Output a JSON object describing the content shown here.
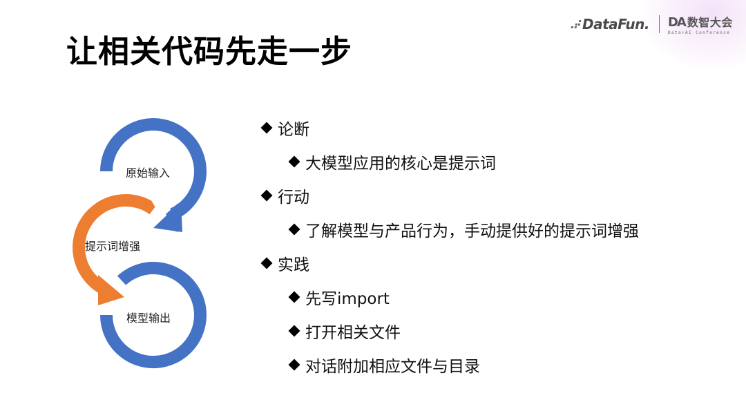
{
  "slide": {
    "title": "让相关代码先走一步"
  },
  "branding": {
    "datafun_logo": "DataFun.",
    "conference_mark": "DA",
    "conference_name_cn": "数智大会",
    "conference_subtitle": "Data+AI Conference"
  },
  "cycle_diagram": {
    "colors": {
      "blue": "#4472C4",
      "orange": "#ED7D31"
    },
    "steps": [
      {
        "label": "原始输入",
        "color": "blue"
      },
      {
        "label": "提示词增强",
        "color": "orange"
      },
      {
        "label": "模型输出",
        "color": "blue"
      }
    ]
  },
  "bullets": [
    {
      "level": 1,
      "text": "论断"
    },
    {
      "level": 2,
      "text": "大模型应用的核心是提示词"
    },
    {
      "level": 1,
      "text": "行动"
    },
    {
      "level": 2,
      "text": "了解模型与产品行为，手动提供好的提示词增强"
    },
    {
      "level": 1,
      "text": "实践"
    },
    {
      "level": 2,
      "text": "先写import"
    },
    {
      "level": 2,
      "text": "打开相关文件"
    },
    {
      "level": 2,
      "text": "对话附加相应文件与目录"
    }
  ]
}
